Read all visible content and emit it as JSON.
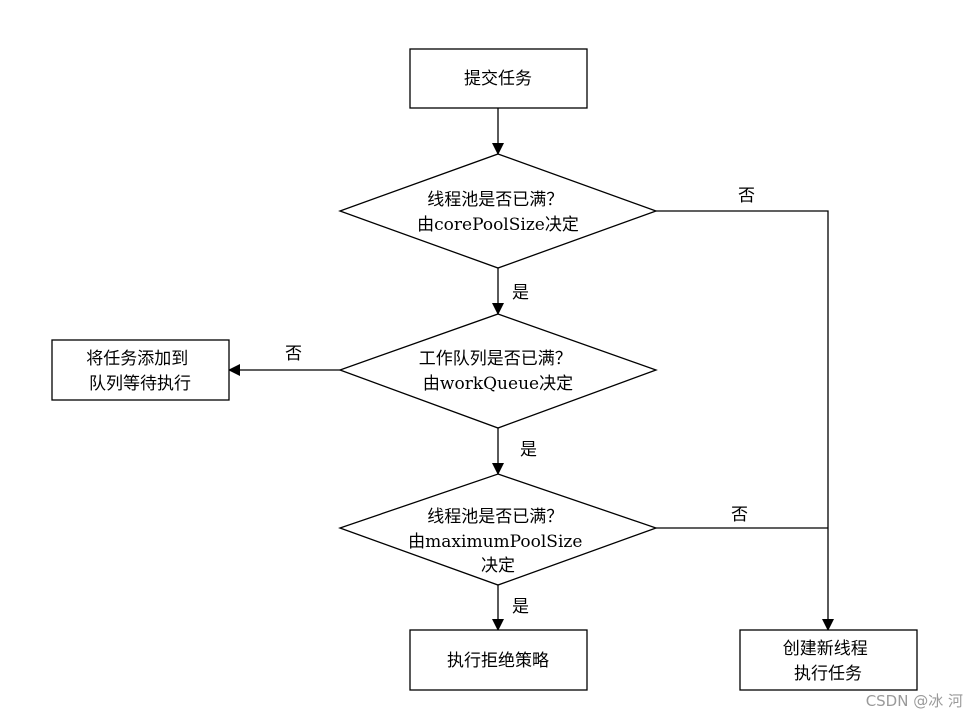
{
  "nodes": {
    "submit": {
      "lines": [
        "提交任务"
      ]
    },
    "check_core": {
      "lines": [
        "线程池是否已满？",
        "由corePoolSize决定"
      ]
    },
    "check_queue": {
      "lines": [
        "工作队列是否已满？",
        "由workQueue决定"
      ]
    },
    "check_max": {
      "lines": [
        "线程池是否已满？",
        "由maximumPoolSize",
        "决定"
      ]
    },
    "enqueue": {
      "lines": [
        "将任务添加到",
        "队列等待执行"
      ]
    },
    "reject": {
      "lines": [
        "执行拒绝策略"
      ]
    },
    "create_thread": {
      "lines": [
        "创建新线程",
        "执行任务"
      ]
    }
  },
  "edges": {
    "core_yes": "是",
    "core_no": "否",
    "queue_yes": "是",
    "queue_no": "否",
    "max_yes": "是",
    "max_no": "否"
  },
  "watermark": "CSDN @冰 河"
}
